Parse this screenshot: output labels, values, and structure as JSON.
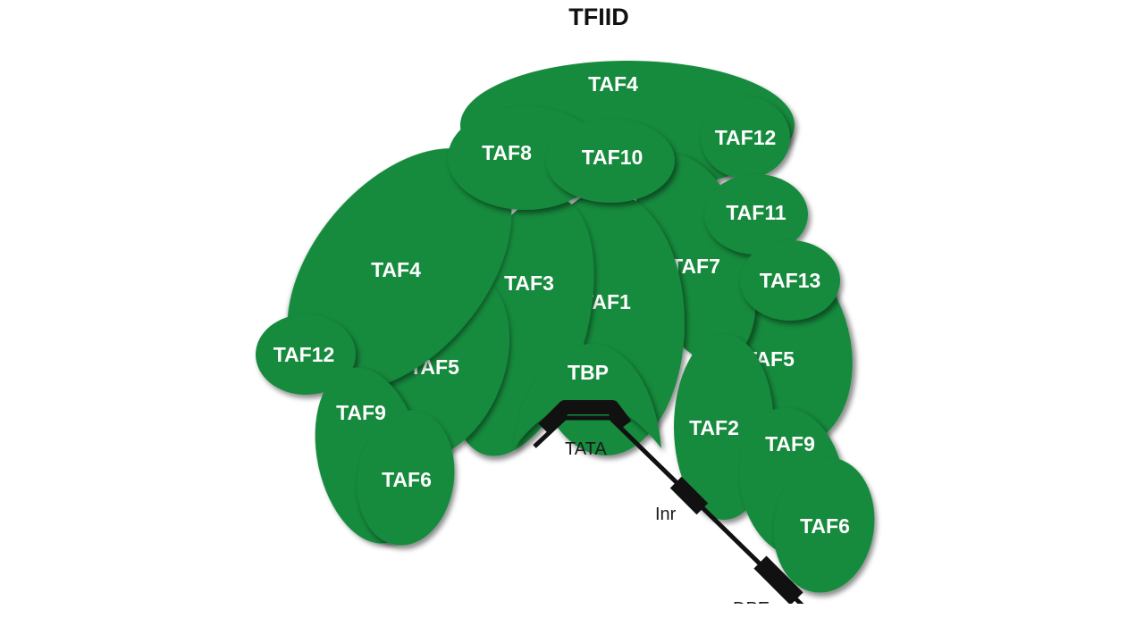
{
  "title": "TFIID",
  "colors": {
    "subunit_fill": "#128a3c",
    "subunit_edge": "#0a6b2c",
    "shadow": "#5a5a5a",
    "label": "#ffffff",
    "dna": "#111111"
  },
  "subunits": [
    {
      "id": "taf4_top",
      "label": "TAF4"
    },
    {
      "id": "taf4_left",
      "label": "TAF4"
    },
    {
      "id": "taf3",
      "label": "TAF3"
    },
    {
      "id": "taf1",
      "label": "TAF1"
    },
    {
      "id": "taf5_left",
      "label": "TAF5"
    },
    {
      "id": "taf12_left",
      "label": "TAF12"
    },
    {
      "id": "taf9_left",
      "label": "TAF9"
    },
    {
      "id": "taf6_left",
      "label": "TAF6"
    },
    {
      "id": "taf8",
      "label": "TAF8"
    },
    {
      "id": "taf10",
      "label": "TAF10"
    },
    {
      "id": "taf12_right",
      "label": "TAF12"
    },
    {
      "id": "taf7",
      "label": "TAF7"
    },
    {
      "id": "taf11",
      "label": "TAF11"
    },
    {
      "id": "taf13",
      "label": "TAF13"
    },
    {
      "id": "taf5_right",
      "label": "TAF5"
    },
    {
      "id": "taf2",
      "label": "TAF2"
    },
    {
      "id": "tbp",
      "label": "TBP"
    },
    {
      "id": "taf9_right",
      "label": "TAF9"
    },
    {
      "id": "taf6_right",
      "label": "TAF6"
    }
  ],
  "dna_elements": [
    {
      "id": "tata",
      "label": "TATA"
    },
    {
      "id": "inr",
      "label": "Inr"
    },
    {
      "id": "dpe",
      "label": "DPE"
    }
  ]
}
